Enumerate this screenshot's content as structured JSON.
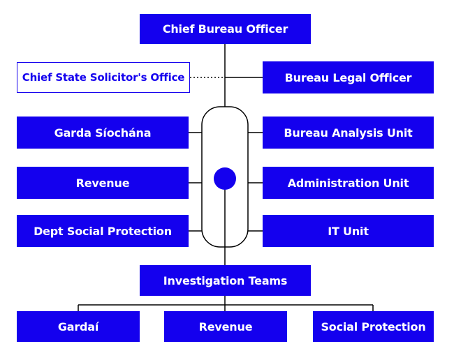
{
  "colors": {
    "box_fill": "#1400ee",
    "box_text": "#ffffff",
    "line": "#000000"
  },
  "chart_data": {
    "type": "org-chart",
    "nodes": {
      "chief": "Chief Bureau Officer",
      "solicitor": "Chief State Solicitor's Office",
      "legal": "Bureau Legal Officer",
      "garda": "Garda Síochána",
      "revenue_left": "Revenue",
      "social_left": "Dept Social Protection",
      "analysis": "Bureau Analysis Unit",
      "admin": "Administration Unit",
      "it": "IT Unit",
      "investigation": "Investigation Teams",
      "gardai": "Gardaí",
      "revenue_bottom": "Revenue",
      "social_bottom": "Social Protection"
    }
  }
}
